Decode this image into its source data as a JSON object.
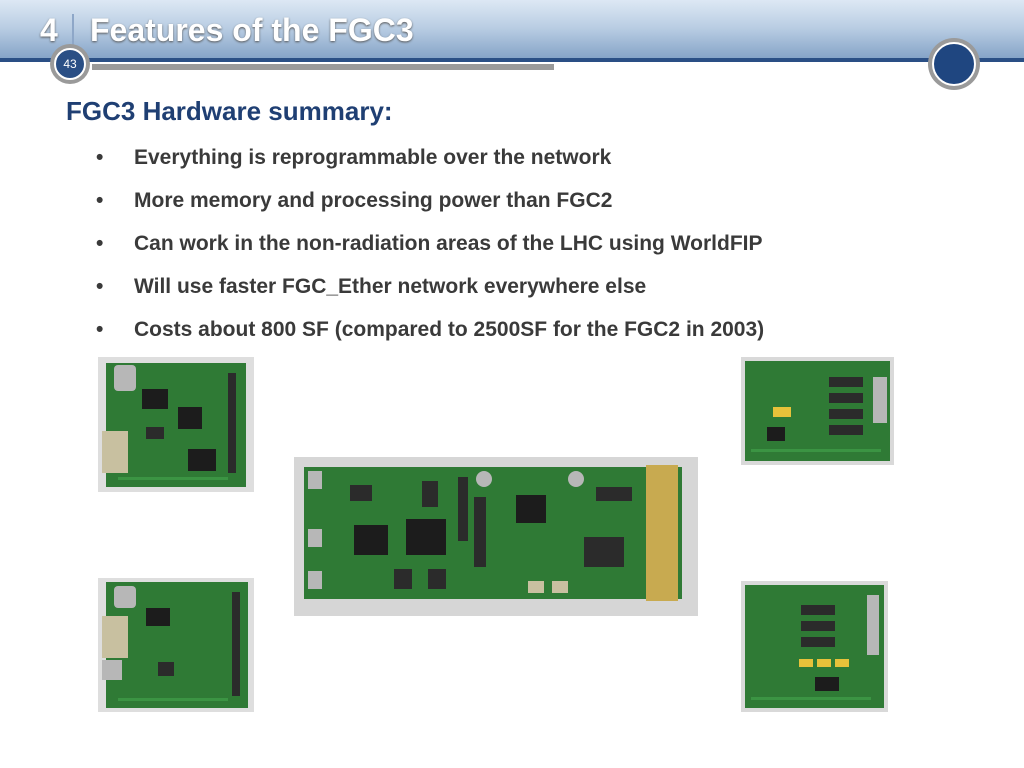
{
  "header": {
    "section_number": "4",
    "title": "Features of the FGC3"
  },
  "page_number": "43",
  "subtitle": "FGC3 Hardware summary:",
  "bullets": [
    "Everything is reprogrammable over the network",
    "More memory and processing power than FGC2",
    "Can work in the non-radiation areas of the LHC using WorldFIP",
    "Will use faster FGC_Ether network everywhere else",
    "Costs about 800 SF (compared to 2500SF for the FGC2 in 2003)"
  ],
  "bullet_glyph": "•",
  "colors": {
    "header_blue": "#2a4f85",
    "title_text": "#ffffff",
    "subtitle_text": "#1f3f73",
    "bullet_text": "#3a3a3a",
    "pcb_green": "#2f7a35"
  },
  "photos": [
    {
      "name": "worldfip-card"
    },
    {
      "name": "main-fgc3-board"
    },
    {
      "name": "analog-card-top"
    },
    {
      "name": "ethernet-card"
    },
    {
      "name": "analog-card-bottom"
    }
  ]
}
